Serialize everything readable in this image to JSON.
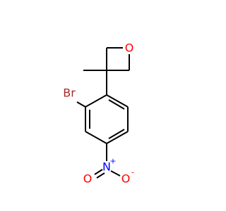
{
  "molecule": {
    "atoms": {
      "oxetane_oxygen": {
        "symbol": "O",
        "color": "#ff0000"
      },
      "bromine": {
        "symbol": "Br",
        "color": "#a52a2a"
      },
      "nitro_nitrogen": {
        "symbol": "N",
        "color": "#0000ff",
        "charge": "+"
      },
      "nitro_oxygen_left": {
        "symbol": "O",
        "color": "#ff0000"
      },
      "nitro_oxygen_right": {
        "symbol": "O",
        "color": "#ff0000",
        "charge": "-"
      }
    }
  }
}
